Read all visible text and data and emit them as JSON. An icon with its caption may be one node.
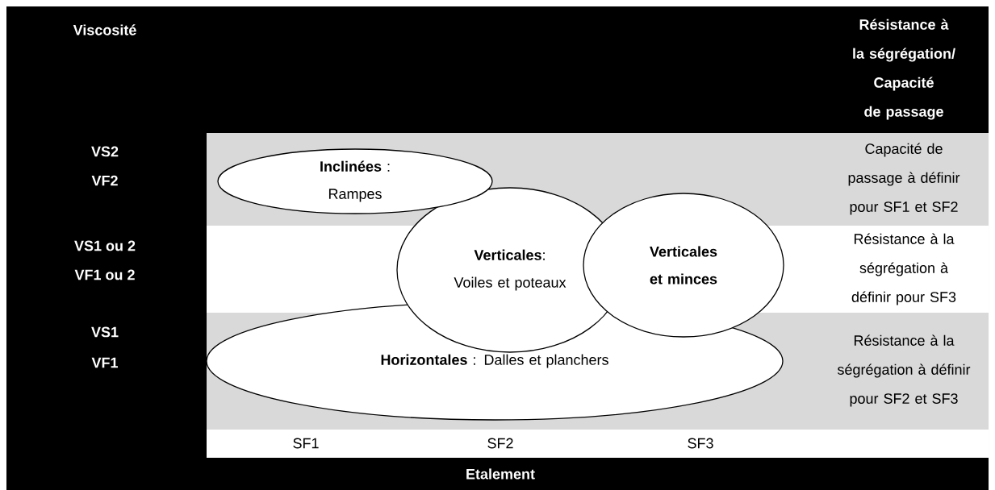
{
  "diagram": {
    "nodes": [
      {
        "text": [
          "**Inclinées** :",
          "Rampes"
        ]
      },
      {
        "text": [
          "**Verticales**:",
          "Voiles et poteaux"
        ]
      },
      {
        "text": [
          "Verticales et minces"
        ]
      },
      {
        "text": [
          "**Horizontales** : Dalles et planchers"
        ]
      }
    ],
    "labels": [
      "Viscosité",
      "Résistance à la ségrégation/ Capacité de passage",
      "VS2",
      "VF2",
      "VS1 ou 2",
      "VF1 ou 2",
      "VS1",
      "VF1",
      "Capacité de passage à définir pour SF1 et SF2",
      "Résistance à la ségrégation à définir pour SF3",
      "Résistance à la ségrégation à définir pour SF2 et SF3",
      "SF1",
      "SF2",
      "SF3",
      "Etalement"
    ]
  }
}
